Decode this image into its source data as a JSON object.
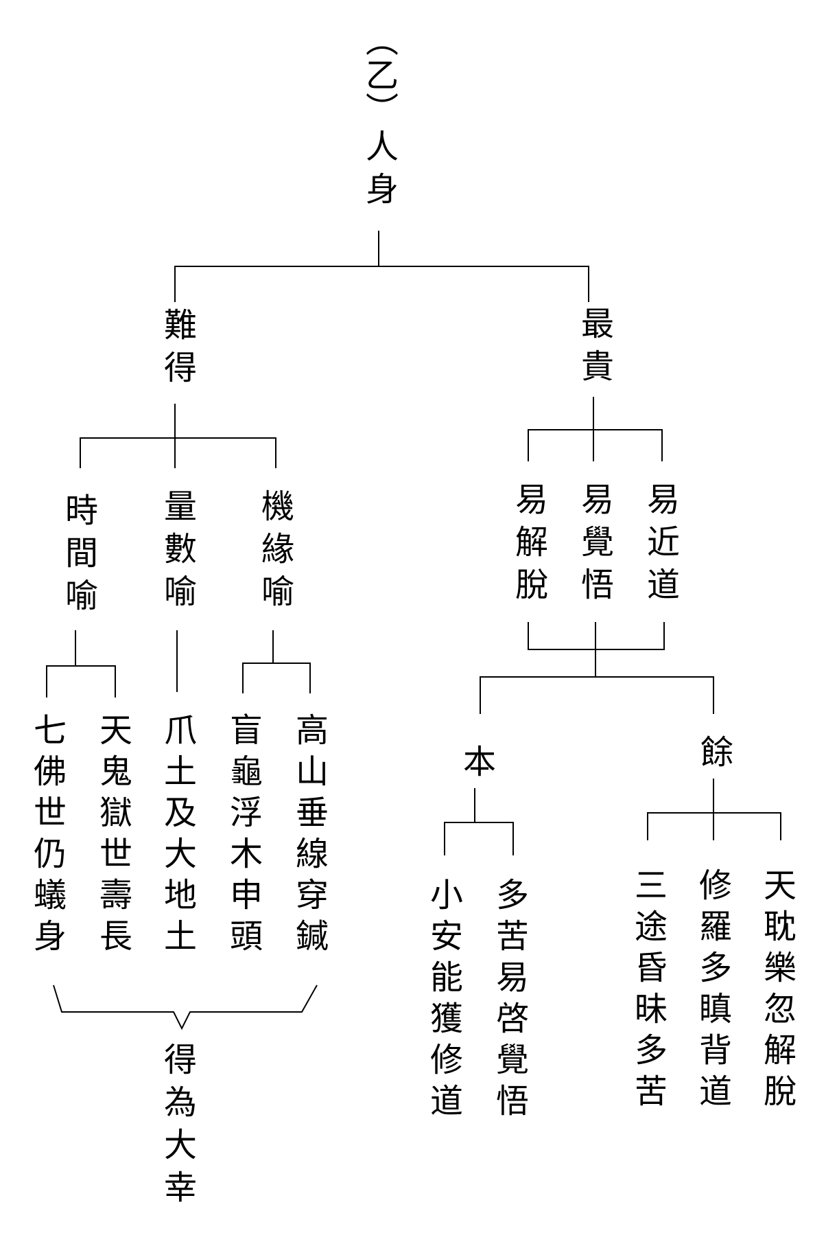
{
  "section_label": "（乙）",
  "root": "人身",
  "branches": {
    "nande": {
      "label": "難得",
      "metaphors": {
        "time": "時間喻",
        "quantity": "量數喻",
        "chance": "機緣喻"
      },
      "examples": {
        "seven_buddhas": "七佛世仍蟻身",
        "heaven_ghost": "天鬼獄世壽長",
        "claw_soil": "爪土及大地土",
        "blind_turtle": "盲龜浮木申頭",
        "mountain_needle": "高山垂線穿鍼"
      },
      "conclusion": "得為大幸"
    },
    "zuigui": {
      "label": "最貴",
      "qualities": {
        "liberation": "易解脫",
        "awakening": "易覺悟",
        "near_path": "易近道"
      },
      "root_branch": {
        "label": "本",
        "items": {
          "small_peace": "小安能獲修道",
          "much_suffering": "多苦易啓覺悟"
        }
      },
      "other_branch": {
        "label": "餘",
        "items": {
          "three_paths": "三途昏昧多苦",
          "asura": "修羅多瞋背道",
          "heavens": "天耽樂忽解脫"
        }
      }
    }
  }
}
